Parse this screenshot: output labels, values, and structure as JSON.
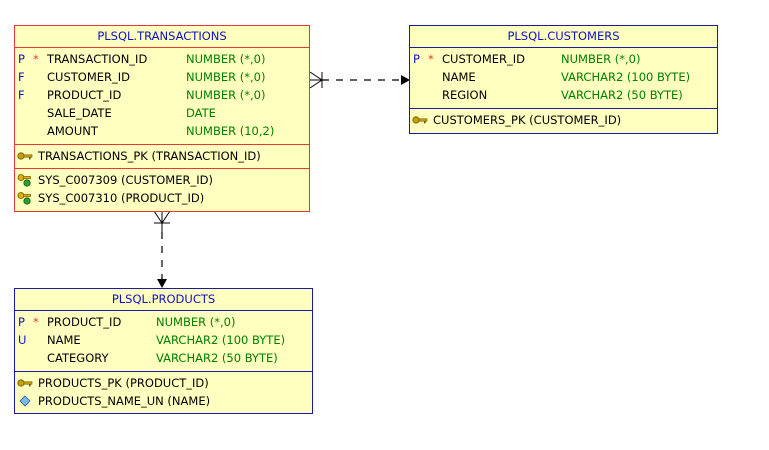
{
  "tables": {
    "transactions": {
      "name": "PLSQL.TRANSACTIONS",
      "columns": [
        {
          "flag": "P",
          "pk": "*",
          "name": "TRANSACTION_ID",
          "type": "NUMBER (*,0)"
        },
        {
          "flag": "F",
          "pk": "",
          "name": "CUSTOMER_ID",
          "type": "NUMBER (*,0)"
        },
        {
          "flag": "F",
          "pk": "",
          "name": "PRODUCT_ID",
          "type": "NUMBER (*,0)"
        },
        {
          "flag": "",
          "pk": "",
          "name": "SALE_DATE",
          "type": "DATE"
        },
        {
          "flag": "",
          "pk": "",
          "name": "AMOUNT",
          "type": "NUMBER (10,2)"
        }
      ],
      "keys": [
        {
          "icon": "primary-key-icon",
          "text": "TRANSACTIONS_PK (TRANSACTION_ID)"
        }
      ],
      "foreign_keys": [
        {
          "icon": "foreign-key-icon",
          "text": "SYS_C007309 (CUSTOMER_ID)"
        },
        {
          "icon": "foreign-key-icon",
          "text": "SYS_C007310 (PRODUCT_ID)"
        }
      ]
    },
    "customers": {
      "name": "PLSQL.CUSTOMERS",
      "columns": [
        {
          "flag": "P",
          "pk": "*",
          "name": "CUSTOMER_ID",
          "type": "NUMBER (*,0)"
        },
        {
          "flag": "",
          "pk": "",
          "name": "NAME",
          "type": "VARCHAR2 (100 BYTE)"
        },
        {
          "flag": "",
          "pk": "",
          "name": "REGION",
          "type": "VARCHAR2 (50 BYTE)"
        }
      ],
      "keys": [
        {
          "icon": "primary-key-icon",
          "text": "CUSTOMERS_PK (CUSTOMER_ID)"
        }
      ]
    },
    "products": {
      "name": "PLSQL.PRODUCTS",
      "columns": [
        {
          "flag": "P",
          "pk": "*",
          "name": "PRODUCT_ID",
          "type": "NUMBER (*,0)"
        },
        {
          "flag": "U",
          "pk": "",
          "name": "NAME",
          "type": "VARCHAR2 (100 BYTE)"
        },
        {
          "flag": "",
          "pk": "",
          "name": "CATEGORY",
          "type": "VARCHAR2 (50 BYTE)"
        }
      ],
      "keys": [
        {
          "icon": "primary-key-icon",
          "text": "PRODUCTS_PK (PRODUCT_ID)"
        },
        {
          "icon": "unique-key-icon",
          "text": "PRODUCTS_NAME_UN (NAME)"
        }
      ]
    }
  },
  "colors": {
    "table_fill": "#ffffc0",
    "selected_border": "#e53935",
    "border": "#1a1aa8",
    "header_text": "#1010c8",
    "type_text": "#008000"
  }
}
